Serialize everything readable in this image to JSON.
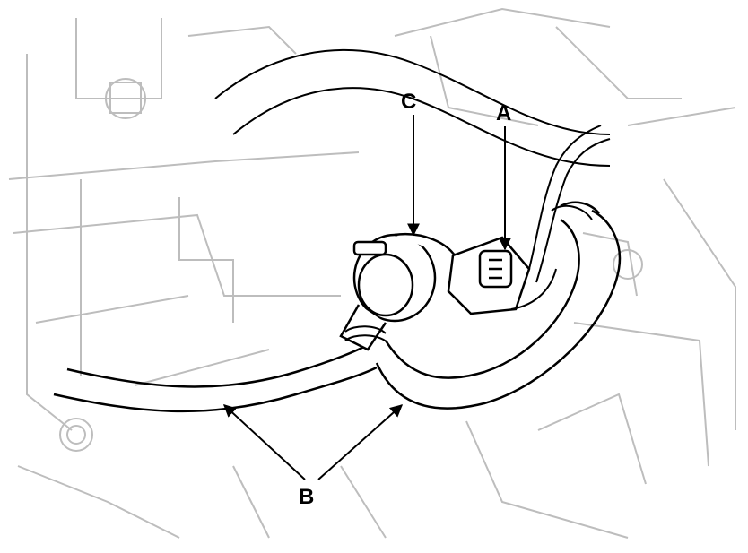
{
  "callouts": {
    "a": "A",
    "b": "B",
    "c": "C"
  },
  "colors": {
    "line": "#000000",
    "faint": "#bdbdbd",
    "background": "#ffffff"
  }
}
